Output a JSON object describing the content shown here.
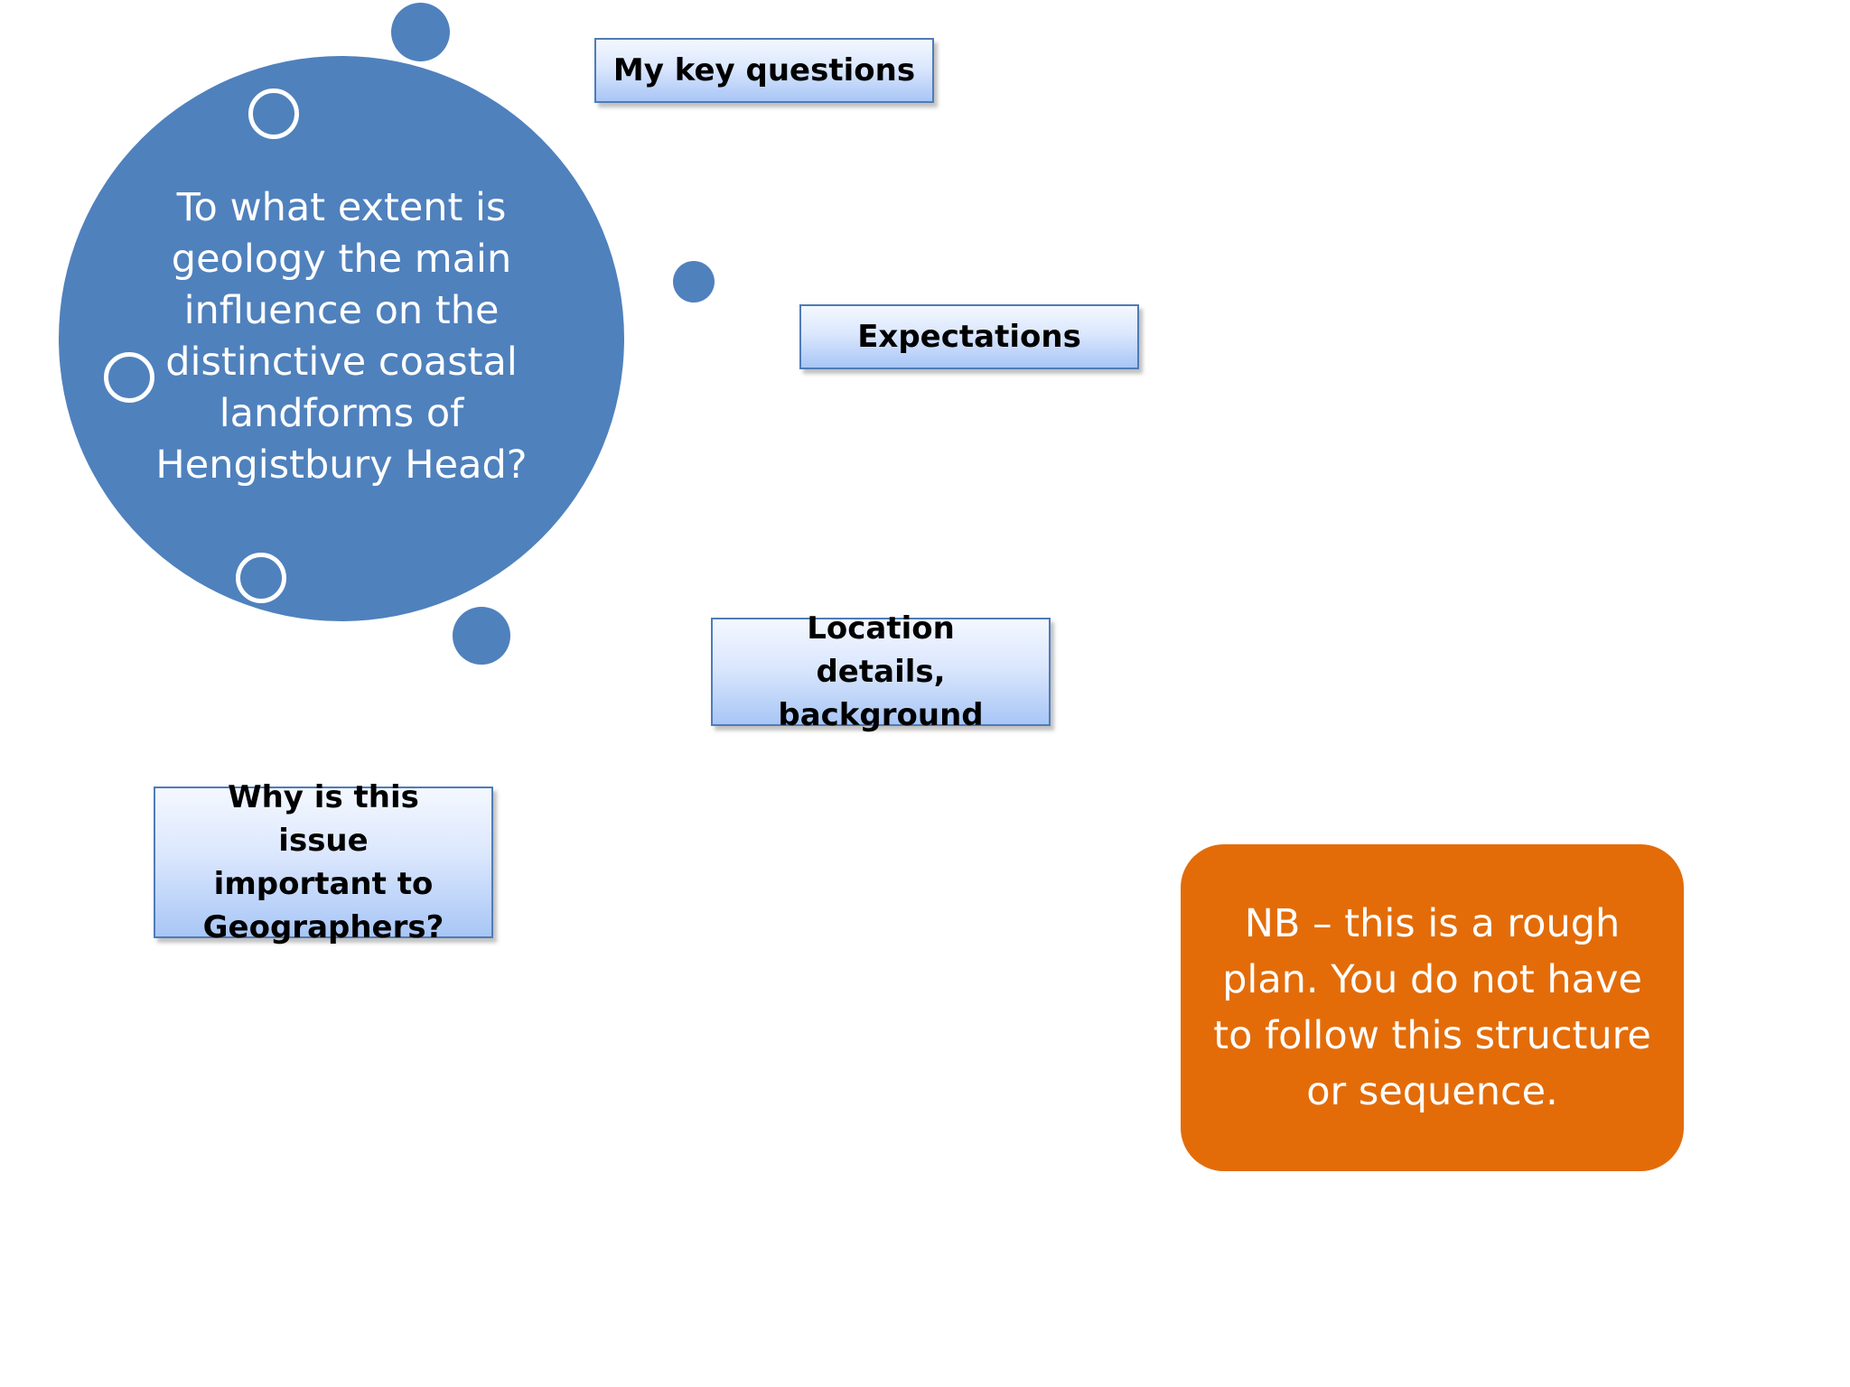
{
  "diagram": {
    "central_question": "To what extent is geology the main influence on the distinctive coastal landforms of Hengistbury Head?",
    "boxes": [
      {
        "id": "key-questions",
        "label": "My key questions"
      },
      {
        "id": "expectations",
        "label": "Expectations"
      },
      {
        "id": "location",
        "label": "Location details, background"
      },
      {
        "id": "importance",
        "label": "Why is this issue important to Geographers?"
      }
    ],
    "note": "NB – this is a rough plan. You do not have to follow this structure or sequence.",
    "colors": {
      "circle": "#4f81bd",
      "note_fill": "#e36c09",
      "box_border": "#4f7bb8",
      "box_gradient_top": "#f4f8ff",
      "box_gradient_bottom": "#a8c6f6",
      "background": "#ffffff"
    }
  }
}
